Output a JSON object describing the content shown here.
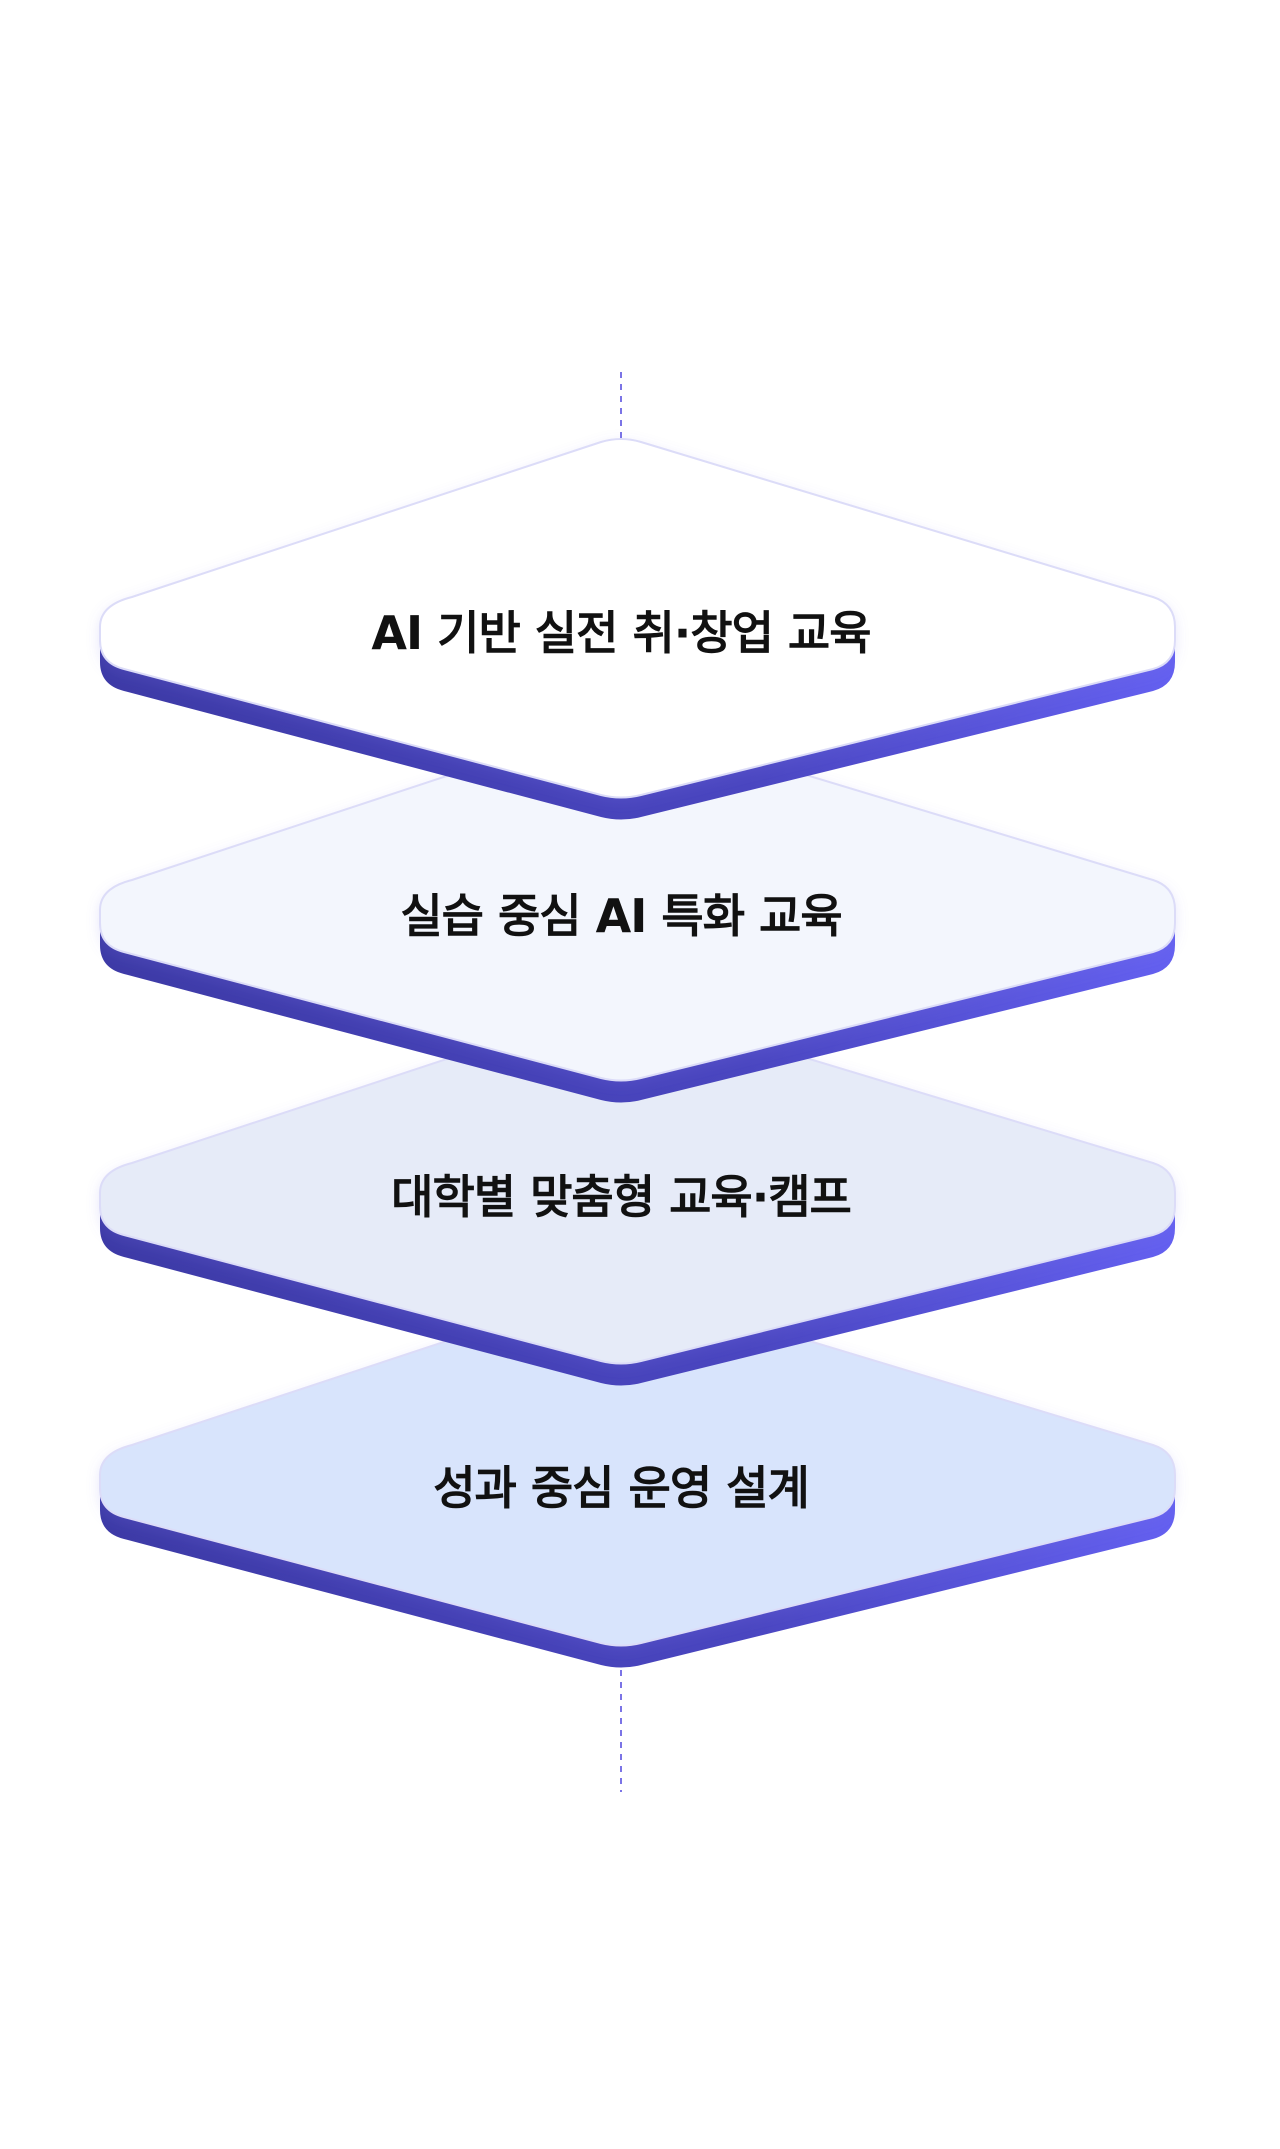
{
  "layers": [
    {
      "label": "AI 기반 실전 취·창업 교육",
      "fill": "#ffffff"
    },
    {
      "label": "실습 중심 AI 특화 교육",
      "fill": "#f3f6fd"
    },
    {
      "label": "대학별 맞춤형 교육·캠프",
      "fill": "#e6ebf8"
    },
    {
      "label": "성과 중심 운영 설계",
      "fill": "#d8e4fc"
    }
  ],
  "colors": {
    "base_gradient_start": "#3d3aa6",
    "base_gradient_end": "#6460f0",
    "connector": "#7b74e6",
    "label_text": "#111111"
  }
}
